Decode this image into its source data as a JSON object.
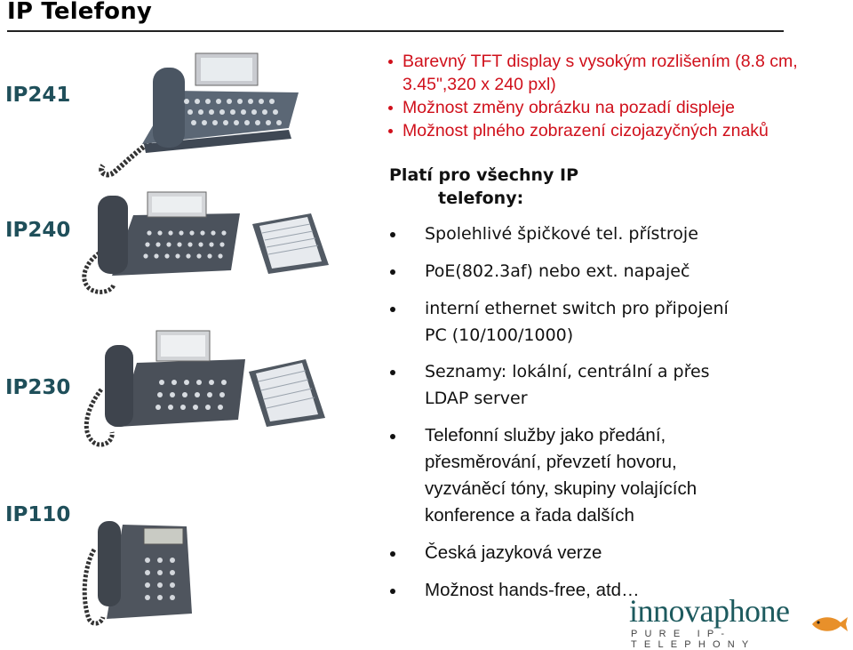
{
  "title": "IP Telefony",
  "models": [
    {
      "name": "IP241"
    },
    {
      "name": "IP240"
    },
    {
      "name": "IP230"
    },
    {
      "name": "IP110"
    }
  ],
  "features": [
    "Barevný TFT display s vysokým rozlišením (8.8 cm, 3.45\",320 x 240 pxl)",
    "Možnost změny obrázku na pozadí displeje",
    "Možnost plného zobrazení cizojazyčných znaků"
  ],
  "all_phones_heading": [
    "Platí pro všechny IP",
    "telefony:"
  ],
  "common_features": [
    [
      "Spolehlivé špičkové tel. přístroje"
    ],
    [
      "PoE(802.3af) nebo ext. napaječ"
    ],
    [
      "interní ethernet switch pro připojení",
      "PC (10/100/1000)"
    ],
    [
      "Seznamy: lokální, centrální a přes",
      "LDAP server"
    ],
    [
      "Telefonní služby jako předání,",
      "přesměrování, převzetí hovoru,",
      "vyzváněcí tóny, skupiny volajících",
      "konference a řada dalších"
    ],
    [
      "Česká jazyková verze"
    ],
    [
      "Možnost hands-free, atd…"
    ]
  ],
  "logo": {
    "brand": "innovaphone",
    "tagline": "PURE IP-TELEPHONY"
  },
  "colors": {
    "model_label": "#1f4f5a",
    "feature_red": "#d0101b",
    "brand": "#1d5a5e"
  }
}
